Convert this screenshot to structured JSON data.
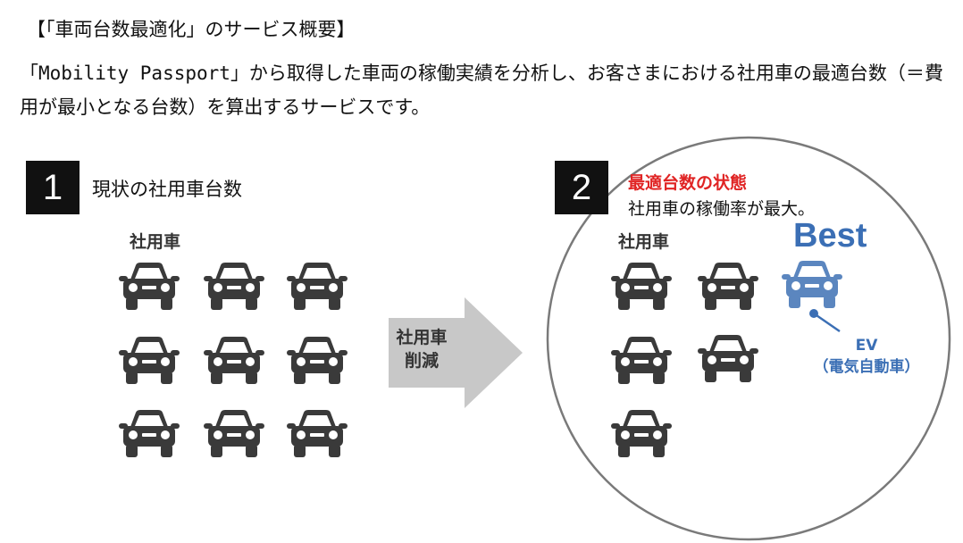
{
  "heading": "【「車両台数最適化」のサービス概要】",
  "description": {
    "quote_open": "「",
    "product": "Mobility Passport",
    "rest": "」から取得した車両の稼働実績を分析し、お客さまにおける社用車の最適台数（＝費用が最小となる台数）を算出するサービスです。"
  },
  "step1": {
    "number": "1",
    "label": "現状の社用車台数",
    "car_label": "社用車",
    "car_count": 9
  },
  "reduction": {
    "line1": "社用車",
    "line2": "削減"
  },
  "step2": {
    "number": "2",
    "title": "最適台数の状態",
    "description": "社用車の稼働率が最大。",
    "car_label": "社用車",
    "car_count": 5,
    "best_label": "Best",
    "ev_line1": "EV",
    "ev_line2": "（電気自動車）"
  },
  "colors": {
    "car": "#3a3a3a",
    "ev_car": "#5b86bf",
    "accent_red": "#e02424",
    "accent_blue": "#3b6fb5",
    "arrow": "#c8c8c8",
    "circle": "#7a7a7a"
  },
  "icons": {
    "car": "car-front-icon",
    "ev": "ev-car-icon"
  }
}
